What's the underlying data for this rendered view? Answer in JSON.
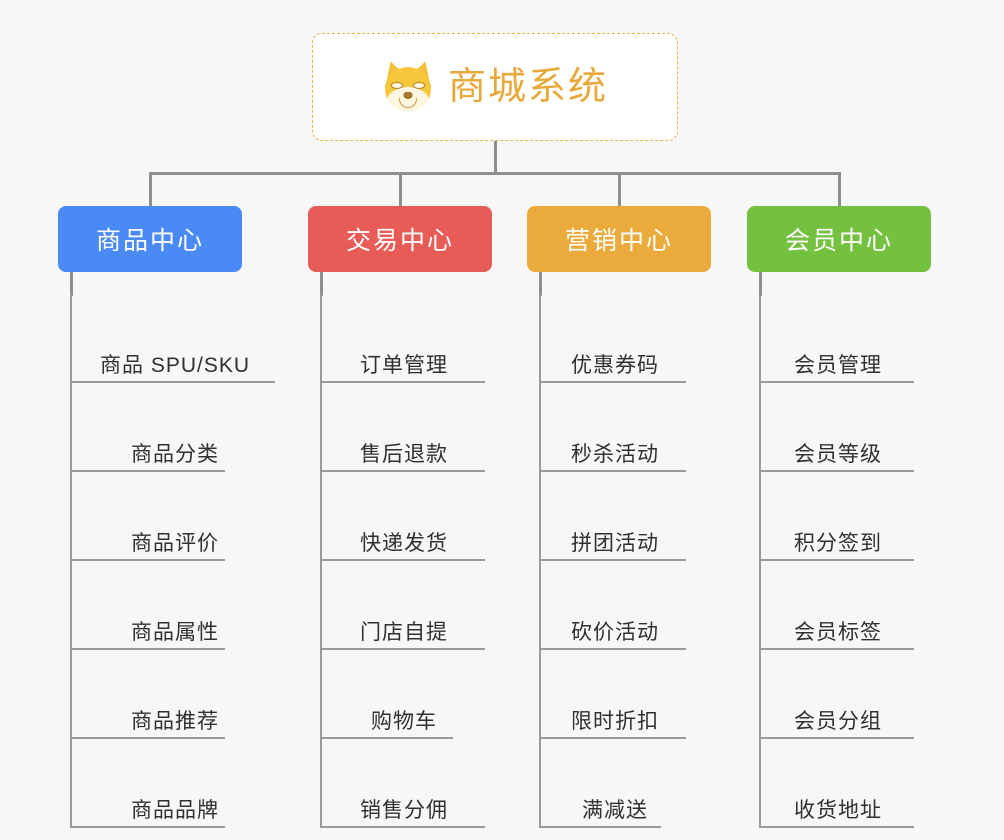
{
  "page": {
    "background_color": "#f7f7f7",
    "connector_color": "#8f8f8f"
  },
  "root": {
    "title": "商城系统",
    "icon": "shiba-inu-dog-face-icon",
    "text_color": "#e8a93a",
    "border_color": "#edb24a",
    "background_color": "#ffffff"
  },
  "categories": [
    {
      "label": "商品中心",
      "color": "#4a8af4",
      "items": [
        "商品 SPU/SKU",
        "商品分类",
        "商品评价",
        "商品属性",
        "商品推荐",
        "商品品牌"
      ]
    },
    {
      "label": "交易中心",
      "color": "#e85c57",
      "items": [
        "订单管理",
        "售后退款",
        "快递发货",
        "门店自提",
        "购物车",
        "销售分佣"
      ]
    },
    {
      "label": "营销中心",
      "color": "#eaab3c",
      "items": [
        "优惠券码",
        "秒杀活动",
        "拼团活动",
        "砍价活动",
        "限时折扣",
        "满减送"
      ]
    },
    {
      "label": "会员中心",
      "color": "#73c13e",
      "items": [
        "会员管理",
        "会员等级",
        "积分签到",
        "会员标签",
        "会员分组",
        "收货地址"
      ]
    }
  ]
}
